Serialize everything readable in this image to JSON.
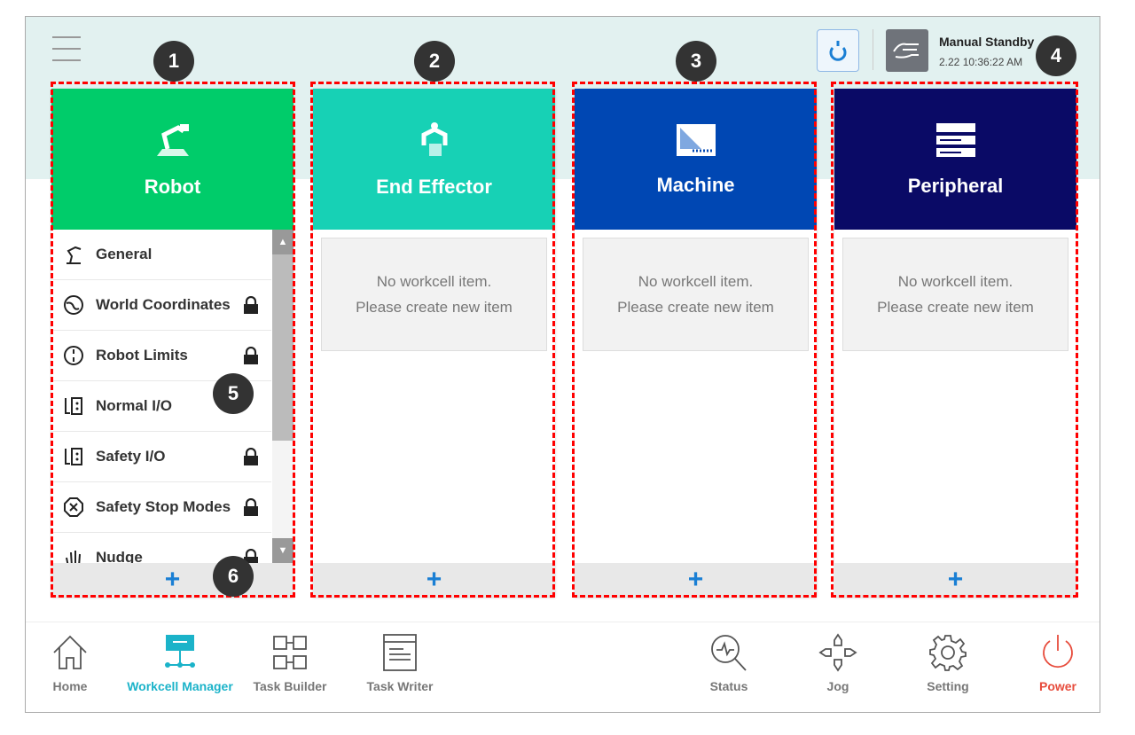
{
  "header": {
    "mode_title": "Manual Standby",
    "mode_time": "2.22 10:36:22 AM"
  },
  "cards": [
    {
      "title": "Robot",
      "color": "#00cc6a",
      "items": [
        {
          "label": "General",
          "icon": "robot-arm-icon",
          "locked": false
        },
        {
          "label": "World Coordinates",
          "icon": "globe-icon",
          "locked": true
        },
        {
          "label": "Robot Limits",
          "icon": "limits-icon",
          "locked": true
        },
        {
          "label": "Normal I/O",
          "icon": "io-icon",
          "locked": false
        },
        {
          "label": "Safety I/O",
          "icon": "io-icon",
          "locked": true
        },
        {
          "label": "Safety Stop Modes",
          "icon": "stop-icon",
          "locked": true
        },
        {
          "label": "Nudge",
          "icon": "hand-icon",
          "locked": true
        }
      ]
    },
    {
      "title": "End Effector",
      "color": "#17d1b5",
      "empty_line1": "No workcell item.",
      "empty_line2": "Please create new item"
    },
    {
      "title": "Machine",
      "color": "#0047b3",
      "empty_line1": "No workcell item.",
      "empty_line2": "Please create new item"
    },
    {
      "title": "Peripheral",
      "color": "#0a0a66",
      "empty_line1": "No workcell item.",
      "empty_line2": "Please create new item"
    }
  ],
  "add_label": "+",
  "callouts": [
    "1",
    "2",
    "3",
    "4",
    "5",
    "6"
  ],
  "nav": {
    "left": [
      {
        "label": "Home"
      },
      {
        "label": "Workcell Manager",
        "active": true
      },
      {
        "label": "Task Builder"
      },
      {
        "label": "Task Writer"
      }
    ],
    "right": [
      {
        "label": "Status"
      },
      {
        "label": "Jog"
      },
      {
        "label": "Setting"
      },
      {
        "label": "Power"
      }
    ]
  },
  "colors": {
    "accent": "#1bb3c9",
    "power": "#e74c3c",
    "plus": "#1a7fd4"
  }
}
